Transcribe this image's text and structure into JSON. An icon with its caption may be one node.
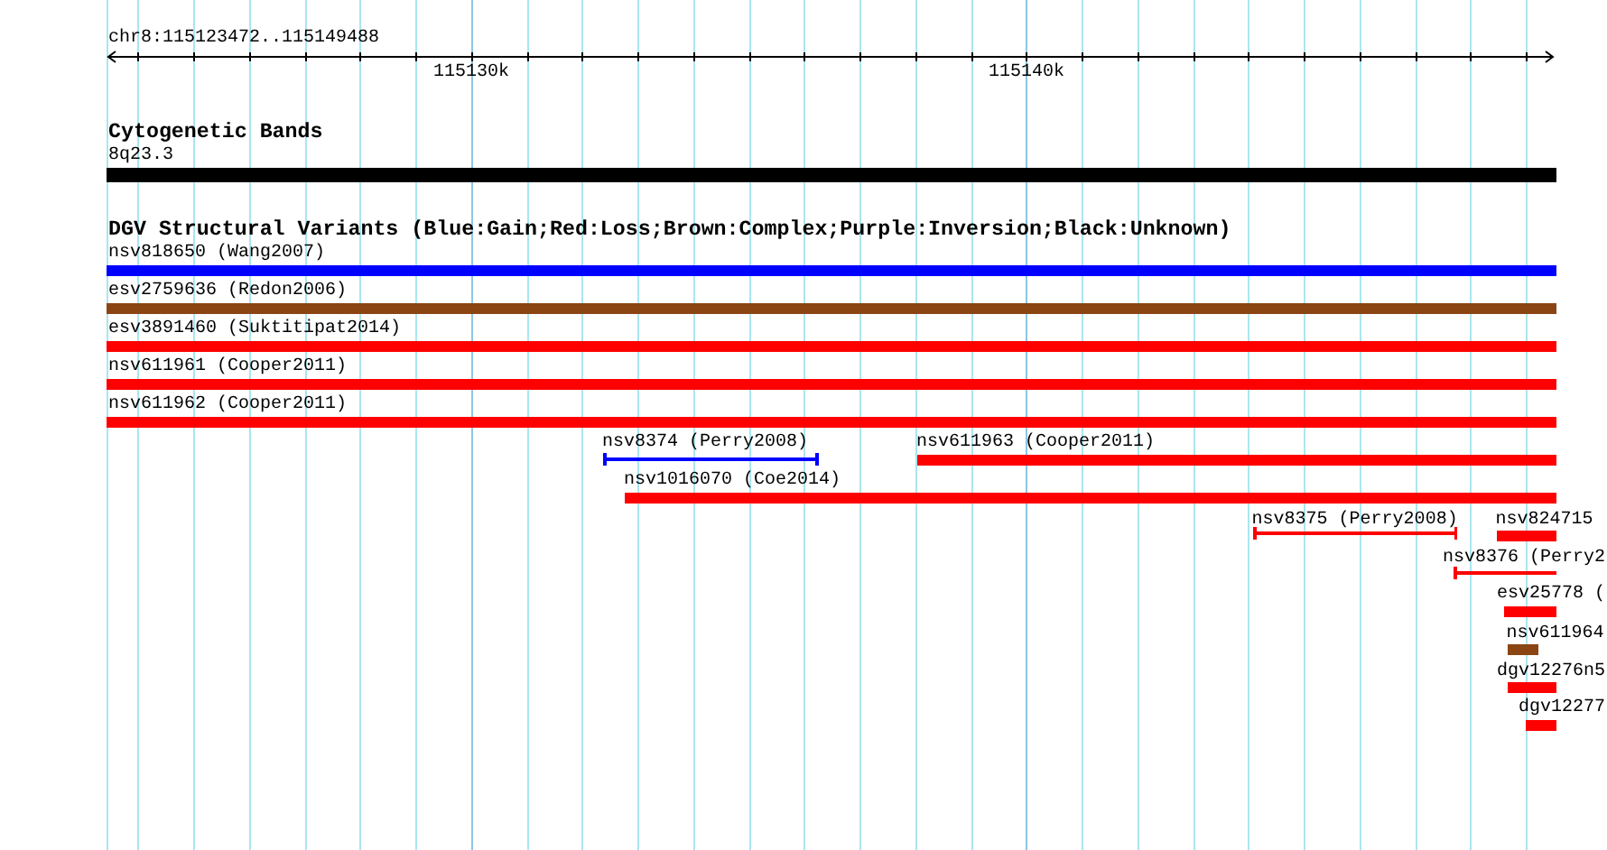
{
  "diagram": {
    "nodes": [
      {
        "text": [
          "8q23.3"
        ]
      },
      {
        "text": [
          "nsv818650 (Wang2007)"
        ]
      },
      {
        "text": [
          "esv2759636 (Redon2006)"
        ]
      },
      {
        "text": [
          "esv3891460 (Suktitipat2014)"
        ]
      },
      {
        "text": [
          "nsv611961 (Cooper2011)"
        ]
      },
      {
        "text": [
          "nsv611962 (Cooper2011)"
        ]
      },
      {
        "text": [
          "nsv8374 (Perry2008)"
        ]
      },
      {
        "text": [
          "nsv611963 (Cooper2011)"
        ]
      },
      {
        "text": [
          "nsv1016070 (Coe2014)"
        ]
      },
      {
        "text": [
          "nsv8375 (Perry2008)"
        ]
      },
      {
        "text": [
          "nsv824715"
        ]
      },
      {
        "text": [
          "nsv8376 (Perry2"
        ]
      },
      {
        "text": [
          "esv25778 ("
        ]
      },
      {
        "text": [
          "nsv611964"
        ]
      },
      {
        "text": [
          "dgv12276n5"
        ]
      },
      {
        "text": [
          "dgv12277"
        ]
      }
    ],
    "labels": [
      "chr8:115123472..115149488",
      "115130k",
      "115140k",
      "Cytogenetic Bands",
      "DGV Structural Variants (Blue:Gain;Red:Loss;Brown:Complex;Purple:Inversion;Black:Unknown)"
    ]
  }
}
